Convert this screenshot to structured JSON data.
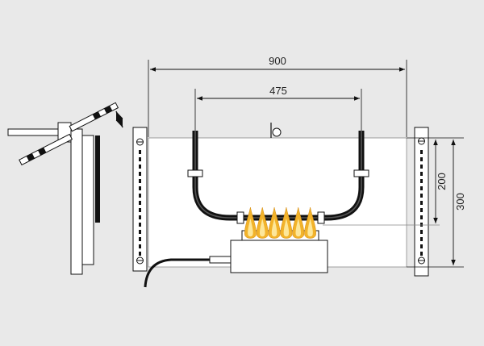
{
  "drawing": {
    "dimensions": {
      "overall_width": "900",
      "inner_width": "475",
      "upper_height": "200",
      "overall_height": "300"
    },
    "flame_count": 6,
    "colors": {
      "background": "#e9e9e9",
      "panel": "#ffffff",
      "line": "#111111",
      "flame_outer": "#f2b32a",
      "flame_inner": "#fde79a"
    }
  }
}
